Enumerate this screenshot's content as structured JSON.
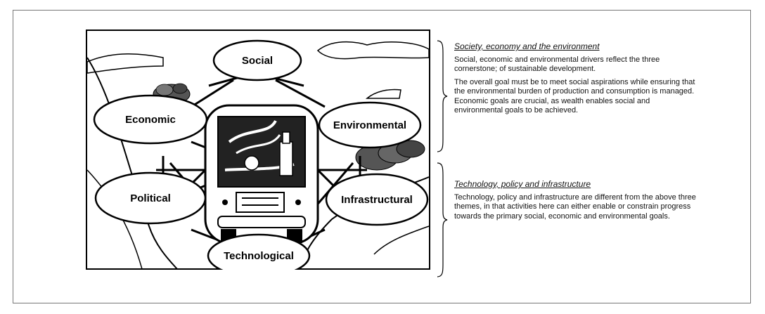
{
  "diagram": {
    "nodes": {
      "social": "Social",
      "economic": "Economic",
      "environmental": "Environmental",
      "political": "Political",
      "infrastructural": "Infrastructural",
      "technological": "Technological"
    }
  },
  "sections": [
    {
      "title": "Society, economy and the environment",
      "paragraphs": [
        "Social, economic and environmental drivers reflect the three cornerstone; of sustainable development.",
        "The overall goal must be to meet social aspirations while ensuring that the environmental burden of production and consumption is managed. Economic goals are crucial, as wealth enables social and environmental goals to be achieved."
      ]
    },
    {
      "title": "Technology, policy and infrastructure",
      "paragraphs": [
        "Technology, policy and infrastructure are different from the above three themes, in that activities here can either enable or constrain progress towards the primary social, economic and environmental goals."
      ]
    }
  ]
}
